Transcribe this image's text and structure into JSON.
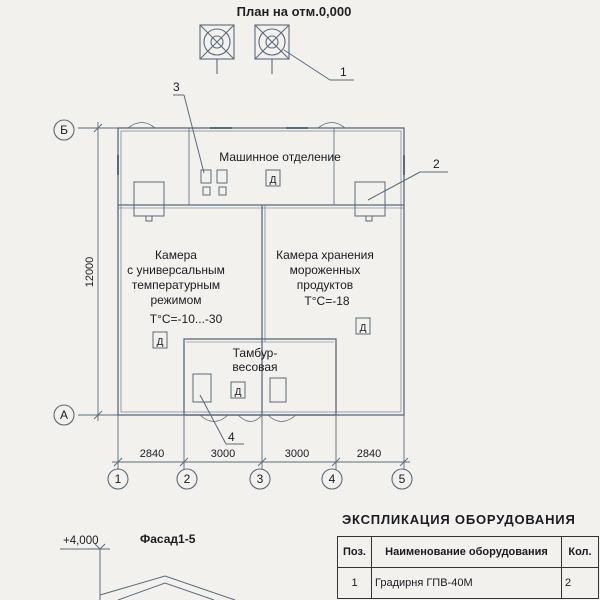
{
  "plan": {
    "title": "План на отм.0,000",
    "rooms": {
      "machine": "Машинное отделение",
      "camera_universal": [
        "Камера",
        "с универсальным",
        "температурным",
        "режимом"
      ],
      "temp_universal": "T°C=-10...-30",
      "camera_frozen": [
        "Камера  хранения",
        "мороженных",
        "продуктов"
      ],
      "temp_frozen": "T°C=-18",
      "tambur": [
        "Тамбур-",
        "весовая"
      ]
    },
    "door_mark": "Д",
    "callouts": [
      "1",
      "2",
      "3",
      "4"
    ],
    "axis_rows": [
      "А",
      "Б"
    ],
    "axis_cols": [
      "1",
      "2",
      "3",
      "4",
      "5"
    ],
    "dim_vertical": "12000",
    "dims_horizontal": [
      "2840",
      "3000",
      "3000",
      "2840"
    ]
  },
  "facade": {
    "title": "Фасад1-5",
    "elevation": "+4,000"
  },
  "explication": {
    "title": "ЭКСПЛИКАЦИЯ  ОБОРУДОВАНИЯ",
    "headers": [
      "Поз.",
      "Наименование оборудования",
      "Кол."
    ],
    "rows": [
      {
        "pos": "1",
        "name": "Градирня ГПВ-40М",
        "qty": "2"
      }
    ]
  },
  "colors": {
    "ink": "#5a6a7a",
    "text": "#1a1a22",
    "paper": "#f2f1ee"
  }
}
